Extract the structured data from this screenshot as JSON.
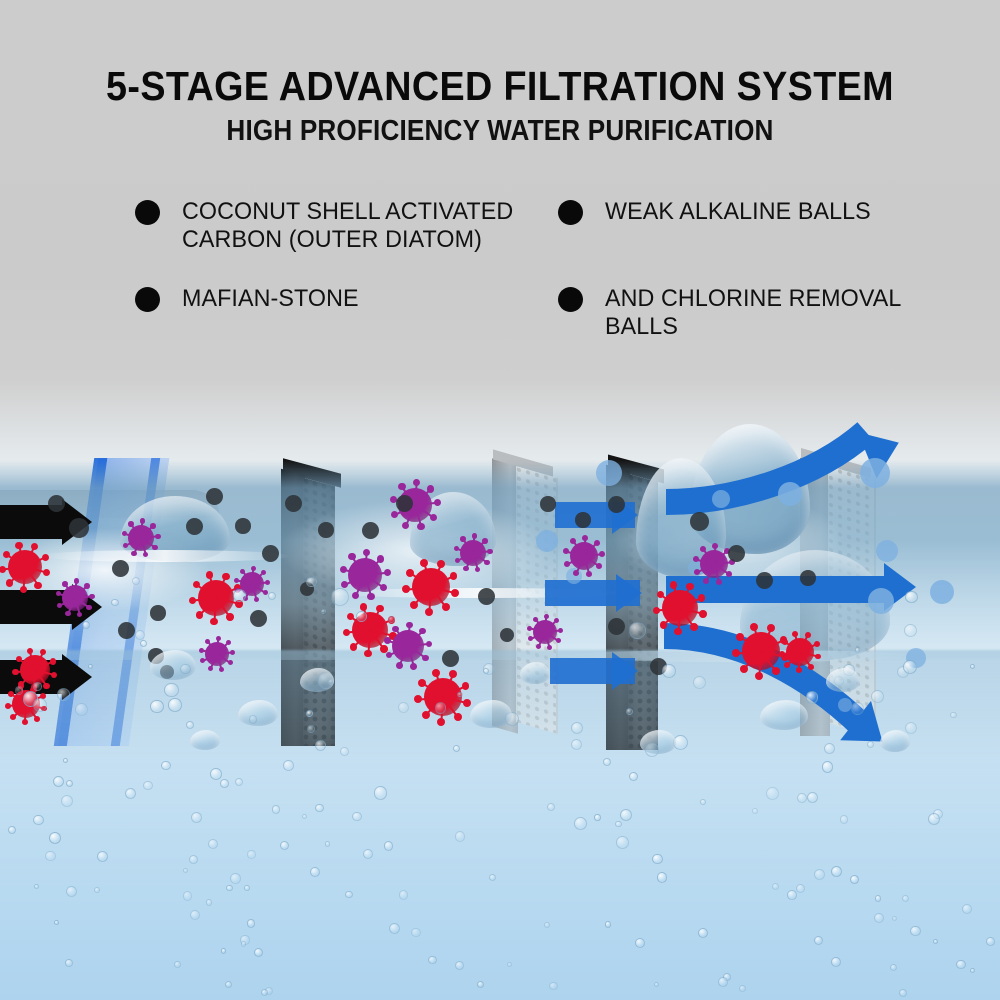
{
  "header": {
    "title": "5-STAGE ADVANCED FILTRATION SYSTEM",
    "subtitle": "HIGH PROFICIENCY WATER PURIFICATION"
  },
  "features": [
    {
      "id": "coconut-carbon",
      "label": "COCONUT SHELL ACTIVATED\nCARBON (OUTER DIATOM)"
    },
    {
      "id": "weak-alkaline-balls",
      "label": "WEAK ALKALINE BALLS"
    },
    {
      "id": "mafian-stone",
      "label": "MAFIAN-STONE"
    },
    {
      "id": "chlorine-removal-balls",
      "label": "AND CHLORINE REMOVAL BALLS"
    }
  ],
  "diagram": {
    "stages": [
      {
        "index": 1,
        "type": "blue-glass-panel"
      },
      {
        "index": 2,
        "type": "activated-carbon-block"
      },
      {
        "index": 3,
        "type": "grey-mesh-panel"
      },
      {
        "index": 4,
        "type": "activated-carbon-block"
      },
      {
        "index": 5,
        "type": "grey-mesh-panel"
      }
    ],
    "inlet": {
      "icon": "black-arrow-right",
      "count": 3,
      "meaning": "contaminated water in"
    },
    "outlet": {
      "icon": "blue-arrow-right",
      "count": 3,
      "meaning": "purified water out"
    },
    "contaminants": [
      {
        "icon": "virus-particle-red",
        "color": "#e0102e"
      },
      {
        "icon": "virus-particle-purple",
        "color": "#99279b"
      },
      {
        "icon": "sediment-particle-dark",
        "color": "#2e3338"
      }
    ]
  },
  "colors": {
    "background_top": "#cccccc",
    "background_bottom": "#aed3ee",
    "accent_blue": "#1f6fd0",
    "glass_blue": "#2468d6",
    "carbon_black": "#0b0b0b",
    "grey_panel": "#b9bcbe",
    "water_blue": "#84afca",
    "virus_red": "#e0102e",
    "virus_purple": "#99279b",
    "bullet_dot": "#090909",
    "text": "#0a0a0a"
  }
}
